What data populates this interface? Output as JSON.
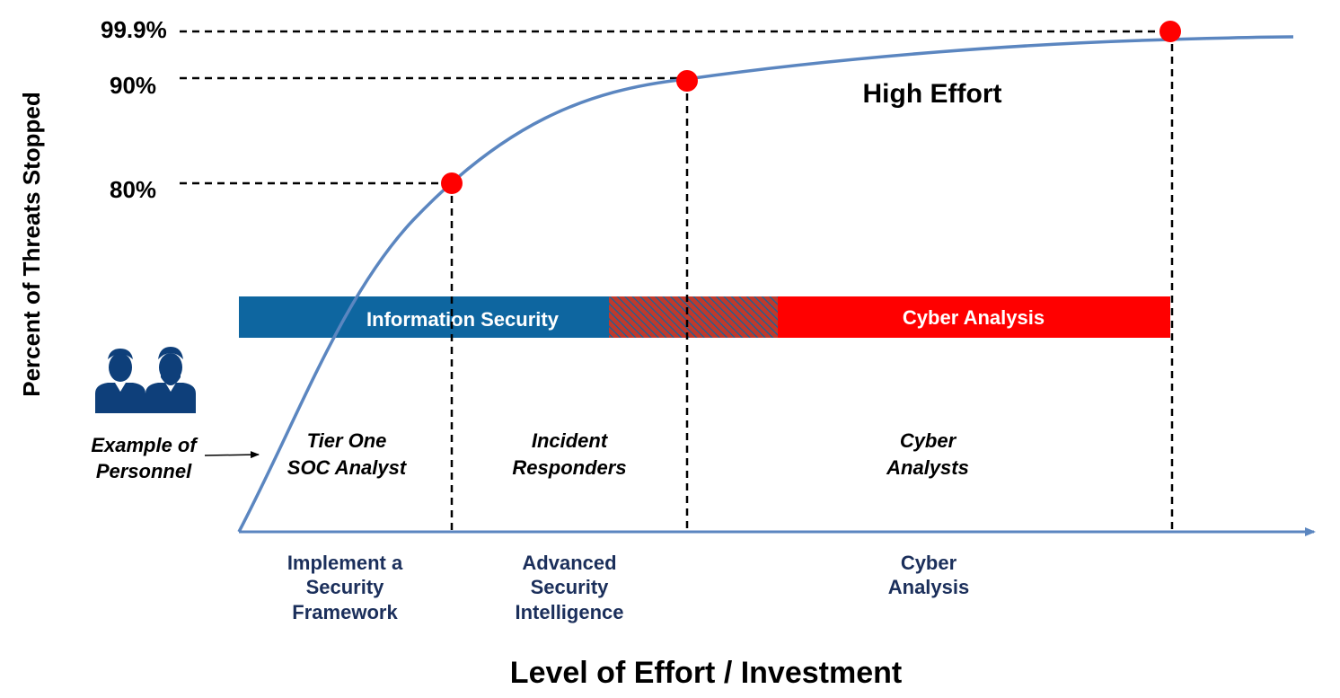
{
  "y_axis_label": "Percent of Threats Stopped",
  "x_axis_label": "Level of Effort / Investment",
  "levels": [
    "99.9%",
    "90%",
    "80%"
  ],
  "high_effort_label": "High Effort",
  "bands": {
    "info_security": "Information Security",
    "cyber_analysis": "Cyber Analysis"
  },
  "personnel_label": [
    "Example of",
    "Personnel"
  ],
  "roles": [
    [
      "Tier One",
      "SOC Analyst"
    ],
    [
      "Incident",
      "Responders"
    ],
    [
      "Cyber",
      "Analysts"
    ]
  ],
  "phases": [
    [
      "Implement a",
      "Security",
      "Framework"
    ],
    [
      "Advanced",
      "Security",
      "Intelligence"
    ],
    [
      "Cyber",
      "Analysis"
    ]
  ],
  "colors": {
    "curve": "#5b86c0",
    "info_security": "#0e66a0",
    "cyber_analysis": "#ff0000",
    "markers": "#ff0000",
    "personnel_icon": "#0e3f7a",
    "phase_text": "#1b2f5b"
  },
  "icons": [
    "person-icon",
    "bearded-person-icon"
  ]
}
